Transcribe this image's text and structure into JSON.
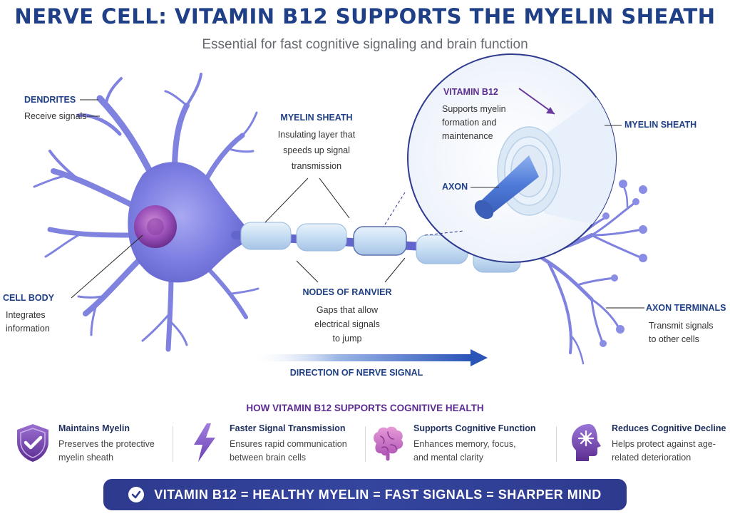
{
  "title": "NERVE CELL: VITAMIN B12 SUPPORTS THE MYELIN SHEATH",
  "subtitle": "Essential for fast cognitive signaling and brain function",
  "labels": {
    "dendrites": {
      "title": "DENDRITES",
      "desc": [
        "Receive signals"
      ]
    },
    "cell_body": {
      "title": "CELL BODY",
      "desc": [
        "Integrates",
        "information"
      ]
    },
    "myelin_sheath": {
      "title": "MYELIN SHEATH",
      "desc": [
        "Insulating layer that",
        "speeds up signal",
        "transmission"
      ]
    },
    "nodes_of_ranvier": {
      "title": "NODES OF RANVIER",
      "desc": [
        "Gaps that allow",
        "electrical signals",
        "to jump"
      ]
    },
    "axon_terminals": {
      "title": "AXON TERMINALS",
      "desc": [
        "Transmit signals",
        "to other cells"
      ]
    },
    "vitamin_b12": {
      "title": "VITAMIN B12",
      "desc": [
        "Supports myelin",
        "formation and",
        "maintenance"
      ]
    },
    "zoom_myelin": {
      "title": "MYELIN SHEATH"
    },
    "axon": {
      "title": "AXON"
    }
  },
  "direction": {
    "label": "DIRECTION OF NERVE SIGNAL"
  },
  "benefits": {
    "title": "HOW VITAMIN B12 SUPPORTS COGNITIVE HEALTH",
    "items": [
      {
        "title": "Maintains Myelin",
        "desc": [
          "Preserves the protective",
          "myelin sheath"
        ],
        "icon": "shield-check-icon"
      },
      {
        "title": "Faster Signal Transmission",
        "desc": [
          "Ensures rapid communication",
          "between brain cells"
        ],
        "icon": "lightning-icon"
      },
      {
        "title": "Supports Cognitive Function",
        "desc": [
          "Enhances memory, focus,",
          "and mental clarity"
        ],
        "icon": "brain-icon"
      },
      {
        "title": "Reduces Cognitive Decline",
        "desc": [
          "Helps protect against age-",
          "related deterioration"
        ],
        "icon": "head-spark-icon"
      }
    ]
  },
  "banner": {
    "text": "VITAMIN B12 = HEALTHY MYELIN = FAST SIGNALS = SHARPER MIND"
  },
  "colors": {
    "title": "#1f3f86",
    "accent_purple": "#5c2d91",
    "banner": "#2d3a8e",
    "neuron": "#7b7ee0",
    "myelin": "#cfe2f5"
  }
}
